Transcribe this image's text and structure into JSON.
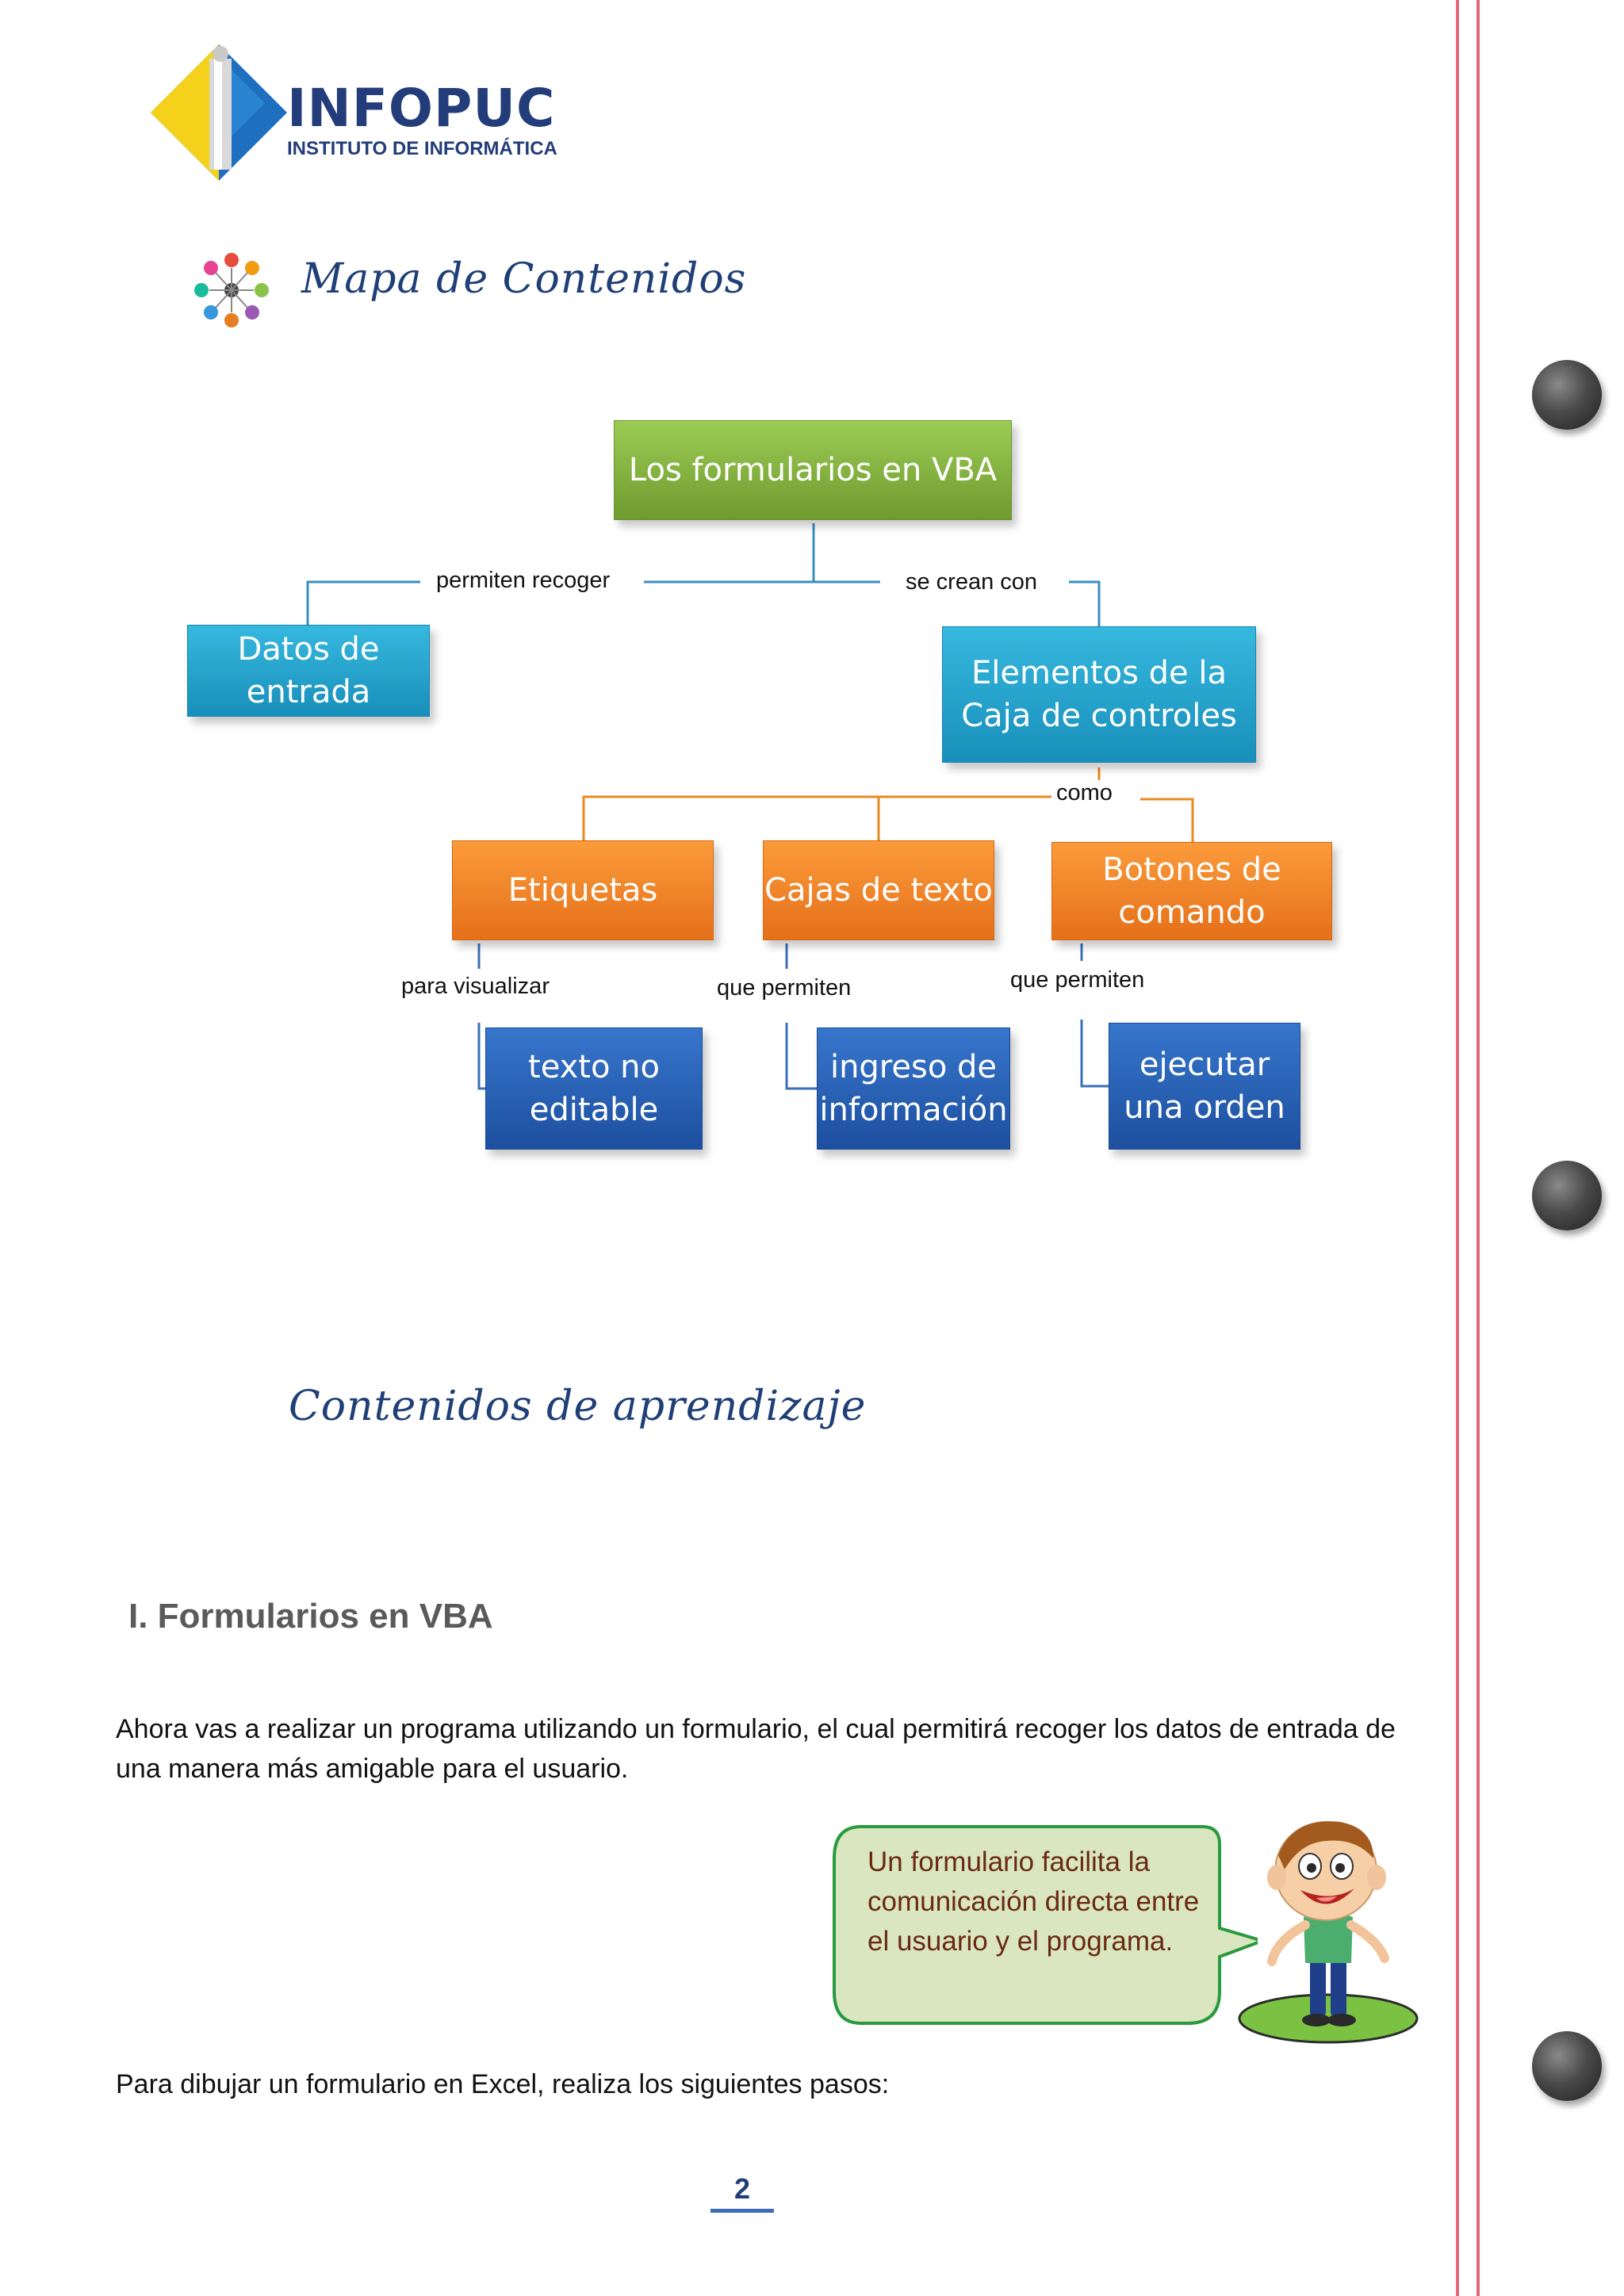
{
  "header": {
    "logo_name": "INFOPUC",
    "logo_subtitle": "INSTITUTO DE INFORMÁTICA"
  },
  "content_map": {
    "title": "Mapa  de Contenidos",
    "root": "Los formularios en VBA",
    "left_link": "permiten recoger",
    "right_link": "se crean con",
    "left_node": "Datos de\nentrada",
    "right_node": "Elementos de la\nCaja de controles",
    "como_link": "como",
    "children": [
      {
        "label": "Etiquetas",
        "link": "para visualizar",
        "result": "texto no\neditable"
      },
      {
        "label": "Cajas de texto",
        "link": "que permiten",
        "result": "ingreso de\ninformación"
      },
      {
        "label": "Botones de\ncomando",
        "link": "que permiten",
        "result": "ejecutar\nuna orden"
      }
    ]
  },
  "learning_title": "Contenidos de aprendizaje",
  "section": {
    "heading": "I.  Formularios en VBA",
    "paragraph1": "Ahora vas a realizar un programa utilizando un formulario, el cual permitirá recoger los datos de entrada de una manera más amigable para el usuario.",
    "bubble": "Un formulario facilita la comunicación directa entre el usuario y el programa.",
    "paragraph2": "Para dibujar un formulario en Excel, realiza los siguientes pasos:"
  },
  "page_number": "2",
  "colors": {
    "title_blue": "#1f3f77",
    "root_green": "#7fae3d",
    "node_cyan": "#21a5d1",
    "node_orange": "#f2841f",
    "node_blue": "#2962b5",
    "bubble_fill": "#d9e6c0",
    "bubble_border": "#2a9a3e"
  }
}
